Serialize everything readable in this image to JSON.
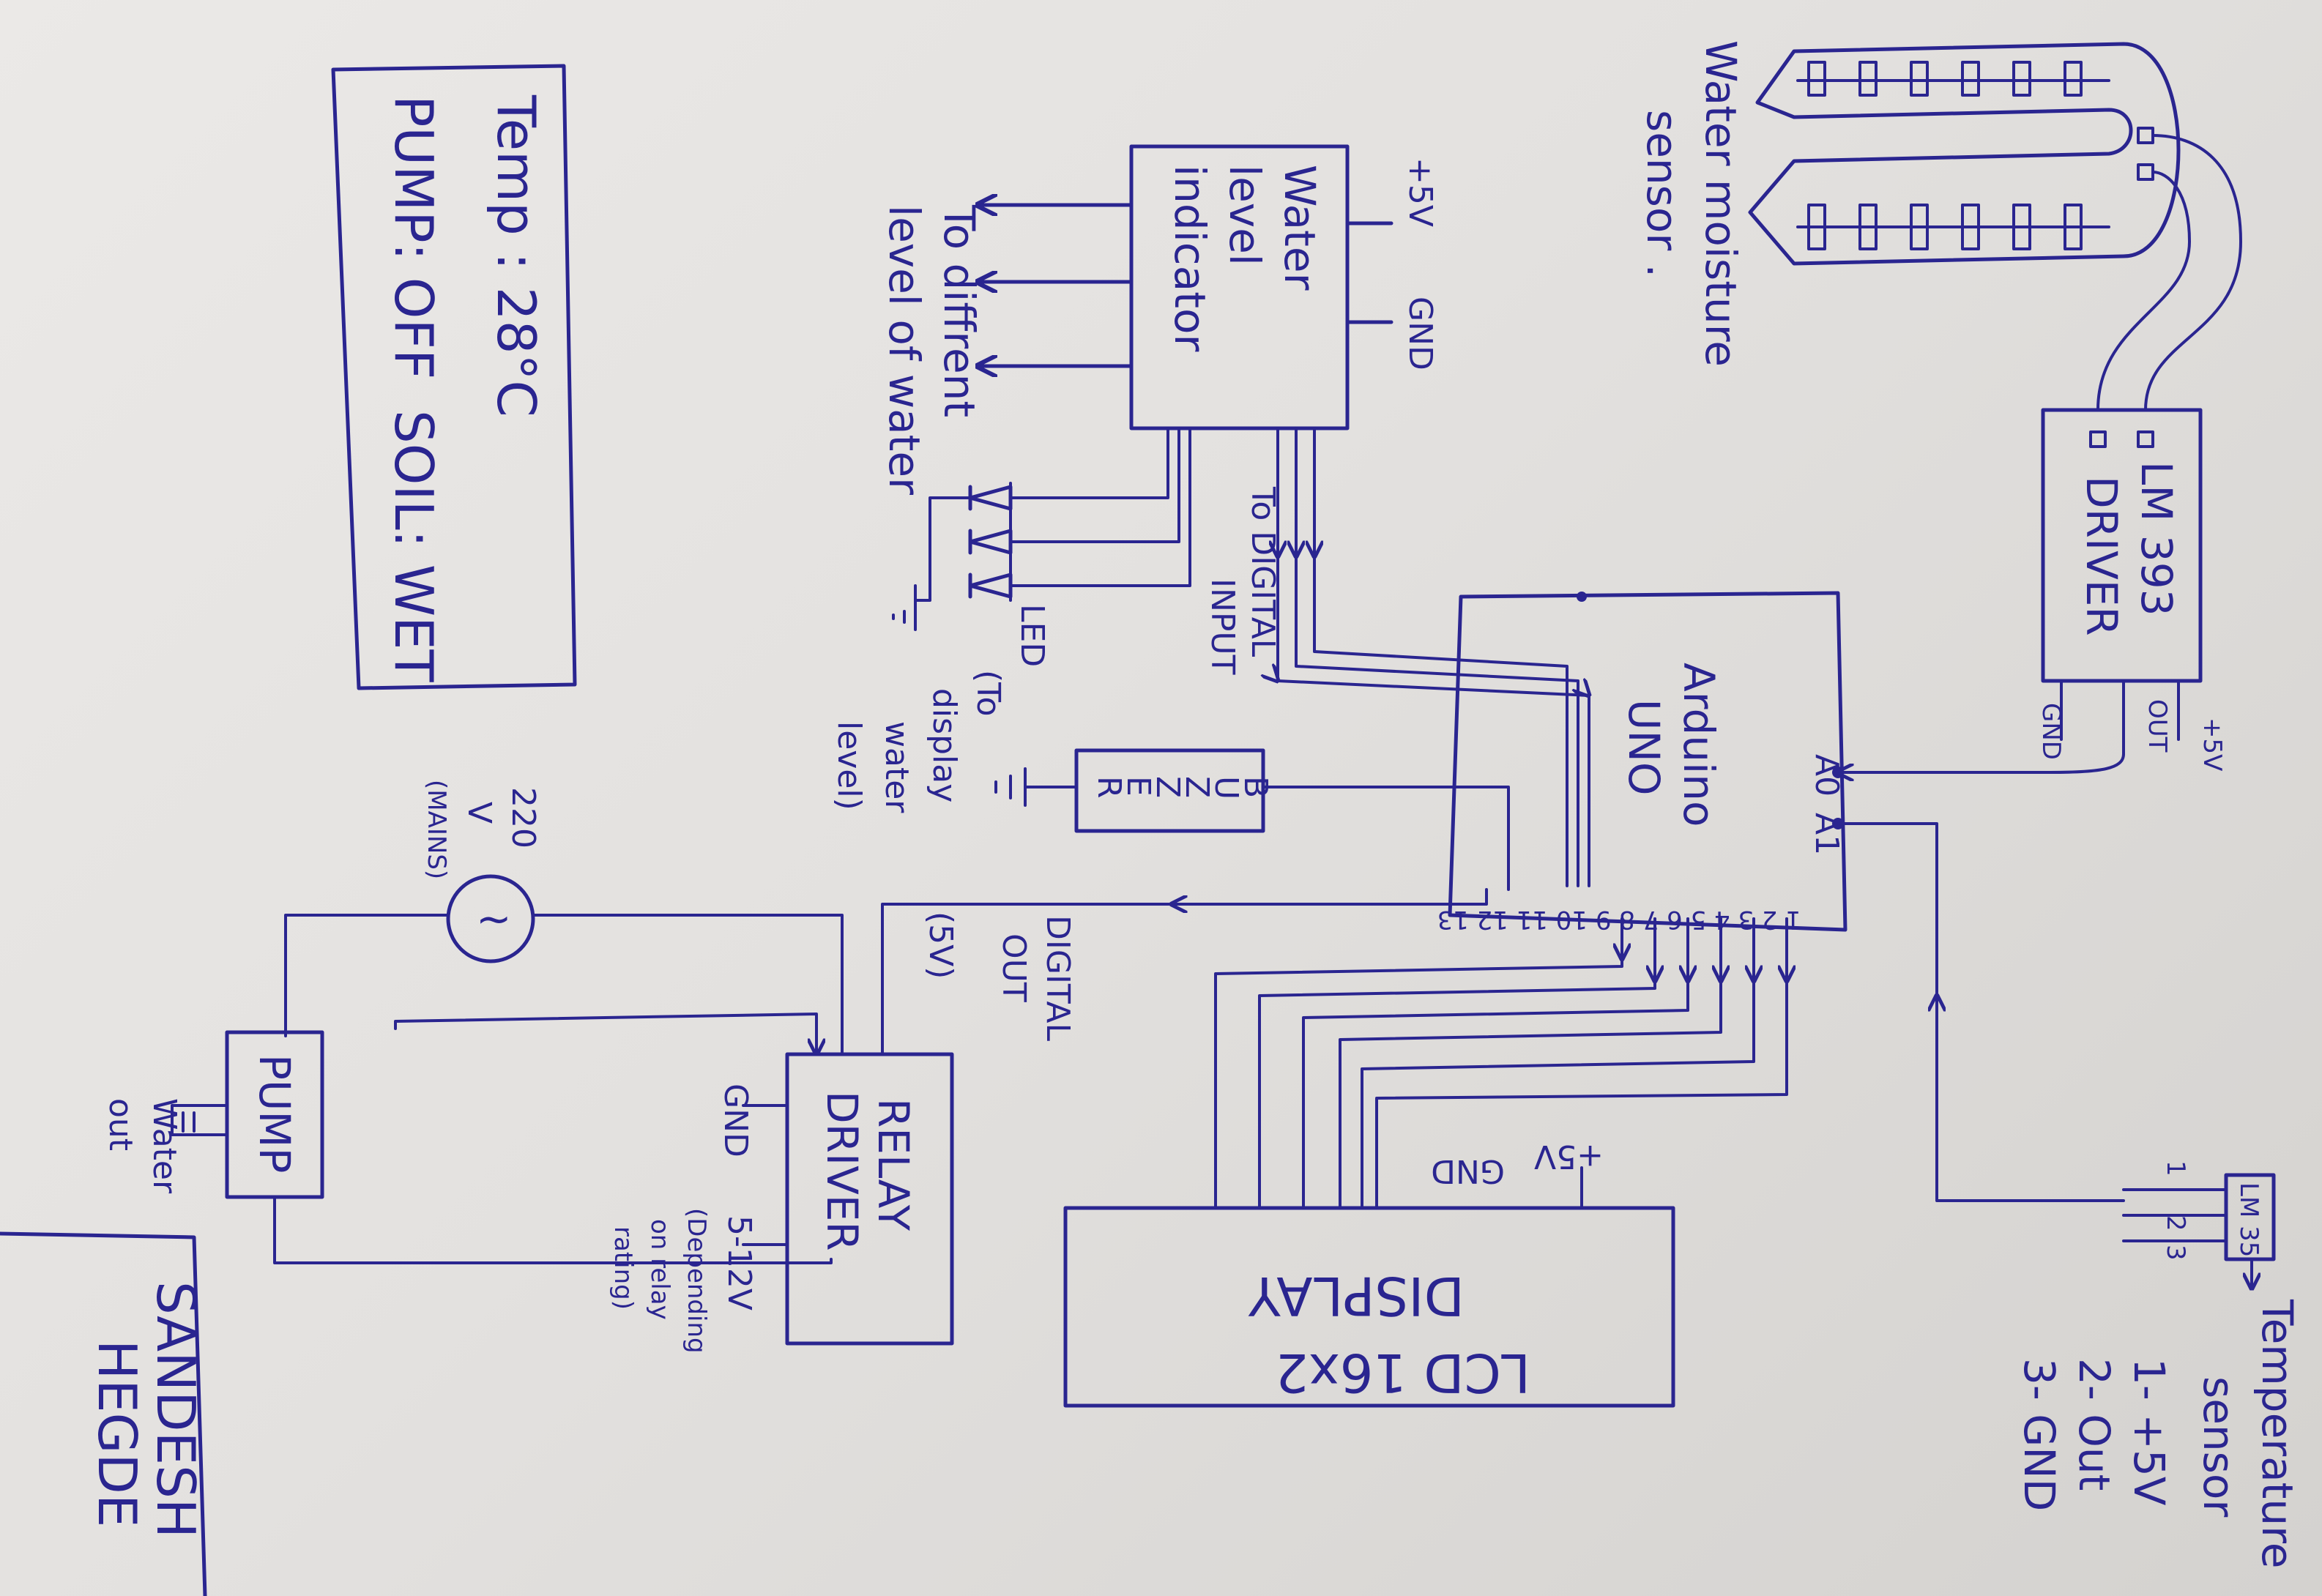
{
  "lcd_sketch": {
    "line1": "Temp : 28°C",
    "line2": "PUMP: OFF",
    "line3": "SOIL: WET"
  },
  "water_level": {
    "title_line1": "Water",
    "title_line2": "level",
    "title_line3": "indicator",
    "plus5v": "+5V",
    "gnd": "GND",
    "outputs_line1": "To diffrent",
    "outputs_line2": "level of water",
    "to_digital_line1": "To DIGITAL",
    "to_digital_line2": "INPUT"
  },
  "led_note": {
    "line1": "LED",
    "line2": "(To",
    "line3": "display",
    "line4": "water",
    "line5": "level)"
  },
  "moisture_sensor": {
    "title_line1": "Water moisture",
    "title_line2": "sensor ."
  },
  "lm393": {
    "line1": "LM 393",
    "line2": "DRIVER",
    "pin_gnd": "GND",
    "pin_out": "OUT",
    "pin_5v": "+5V"
  },
  "arduino": {
    "line1": "Arduino",
    "line2": "UNO",
    "pin_a0": "A0",
    "pin_a1": "A1",
    "digital_pins": "1 2 3 4 5 6 7 8 9 10 11 12 13"
  },
  "buzzer": {
    "letters": [
      "B",
      "U",
      "Z",
      "Z",
      "E",
      "R"
    ]
  },
  "mains": {
    "line1": "220",
    "line2": "V",
    "line3": "(MAINS)",
    "symbol": "~"
  },
  "pump": {
    "label": "PUMP",
    "water_out_line1": "Water",
    "water_out_line2": "out"
  },
  "relay": {
    "line1": "RELAY",
    "line2": "DRIVER",
    "gnd": "GND",
    "supply_line1": "5-12V",
    "supply_line2": "(Depending",
    "supply_line3": "on relay",
    "supply_line4": "rating)",
    "digital_out_line1": "DIGITAL",
    "digital_out_line2": "OUT",
    "digital_out_line3": "(5V)"
  },
  "lcd_display": {
    "line1": "LCD 16x2",
    "line2": "DISPLAY",
    "plus5v": "+5V",
    "gnd": "GND"
  },
  "lm35": {
    "label": "LM 35",
    "pin1": "1",
    "pin2": "2",
    "pin3": "3",
    "legend_title_line1": "Temperature",
    "legend_title_line2": "sensor",
    "legend_1": "1- +5V",
    "legend_2": "2- Out",
    "legend_3": "3- GND"
  },
  "author": {
    "line1": "SANDESH",
    "line2": "HEGDE"
  }
}
